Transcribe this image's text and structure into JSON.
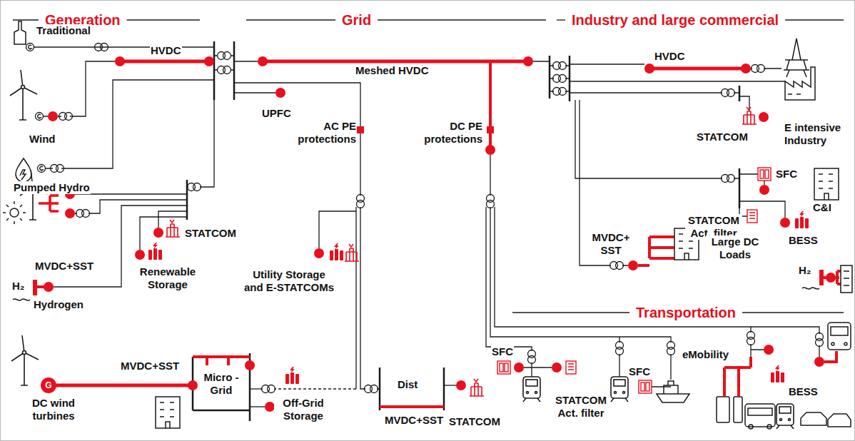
{
  "diagram": {
    "labels": [
      "Generation",
      "Grid",
      "Industry and large commercial",
      "Traditional",
      "HVDC",
      "Meshed HVDC",
      "HVDC",
      "Wind",
      "UPFC",
      "AC PE protections",
      "DC PE protections",
      "STATCOM",
      "E intensive Industry",
      "Pumped Hydro",
      "SFC",
      "C&I",
      "STATCOM Act. filter",
      "BESS",
      "STATCOM",
      "MVDC+SST",
      "Renewable Storage",
      "Utility Storage and E-STATCOMs",
      "MVDC+ SST",
      "Large DC Loads",
      "H₂",
      "H₂",
      "Hydrogen",
      "Transportation",
      "MVDC+SST",
      "Micro -Grid",
      "Dist",
      "SFC",
      "SFC",
      "eMobility",
      "BESS",
      "G",
      "DC wind turbines",
      "Off-Grid Storage",
      "STATCOM Act. filter",
      "MVDC+SST",
      "STATCOM"
    ]
  }
}
